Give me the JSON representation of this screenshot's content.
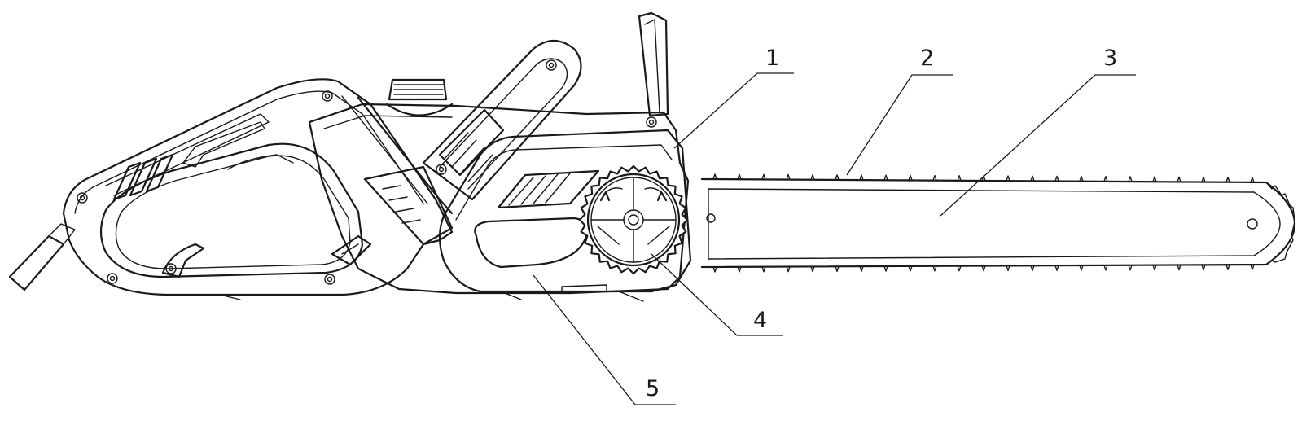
{
  "callouts": [
    {
      "id": "callout-1",
      "label": "1"
    },
    {
      "id": "callout-2",
      "label": "2"
    },
    {
      "id": "callout-3",
      "label": "3"
    },
    {
      "id": "callout-4",
      "label": "4"
    },
    {
      "id": "callout-5",
      "label": "5"
    }
  ]
}
